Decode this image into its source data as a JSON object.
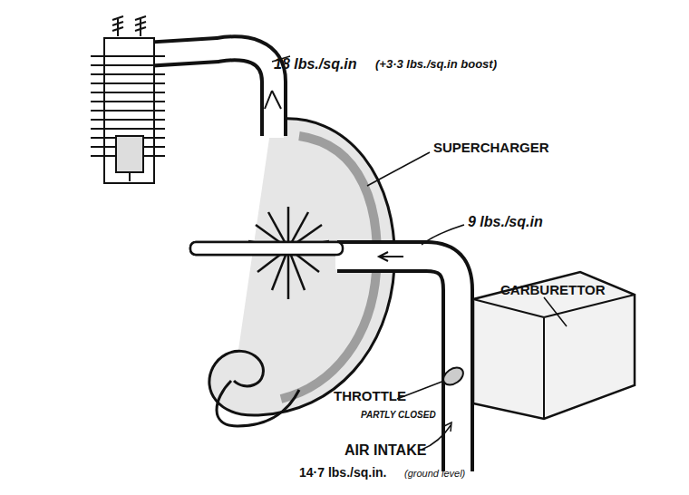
{
  "diagram": {
    "labels": [
      "18 lbs./sq.in",
      "(+3·3 lbs./sq.in boost)",
      "SUPERCHARGER",
      "9 lbs./sq.in",
      "CARBURETTOR",
      "THROTTLE",
      "PARTLY CLOSED",
      "AIR INTAKE",
      "14·7 lbs./sq.in.",
      "(ground level)"
    ]
  }
}
